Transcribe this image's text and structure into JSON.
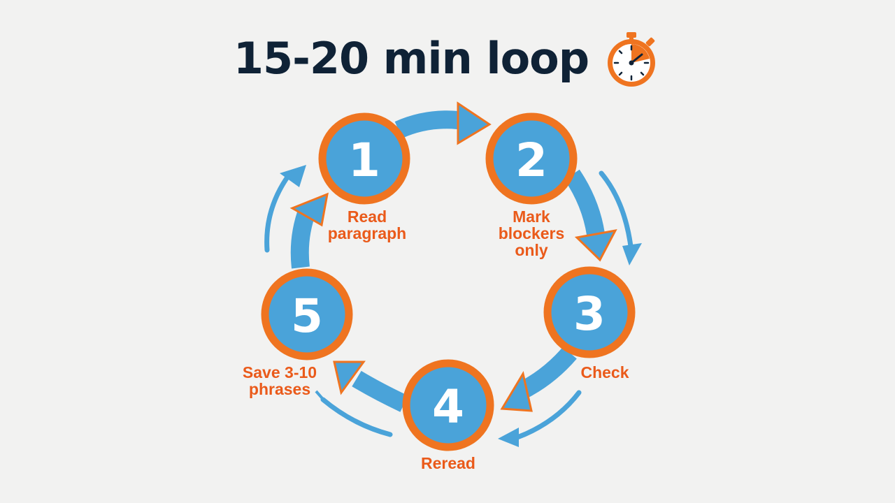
{
  "title": "15-20 min loop",
  "title_icon": "stopwatch-icon",
  "colors": {
    "background": "#f2f2f1",
    "title": "#0f2236",
    "node_fill": "#4aa3d9",
    "node_ring": "#ef7420",
    "arrow": "#4aa3d9",
    "label": "#ea5a1a",
    "number": "#ffffff"
  },
  "steps": [
    {
      "number": "1",
      "label_lines": [
        "Read",
        "paragraph"
      ]
    },
    {
      "number": "2",
      "label_lines": [
        "Mark",
        "blockers",
        "only"
      ]
    },
    {
      "number": "3",
      "label_lines": [
        "Check"
      ]
    },
    {
      "number": "4",
      "label_lines": [
        "Reread"
      ]
    },
    {
      "number": "5",
      "label_lines": [
        "Save 3-10",
        "phrases"
      ]
    }
  ]
}
